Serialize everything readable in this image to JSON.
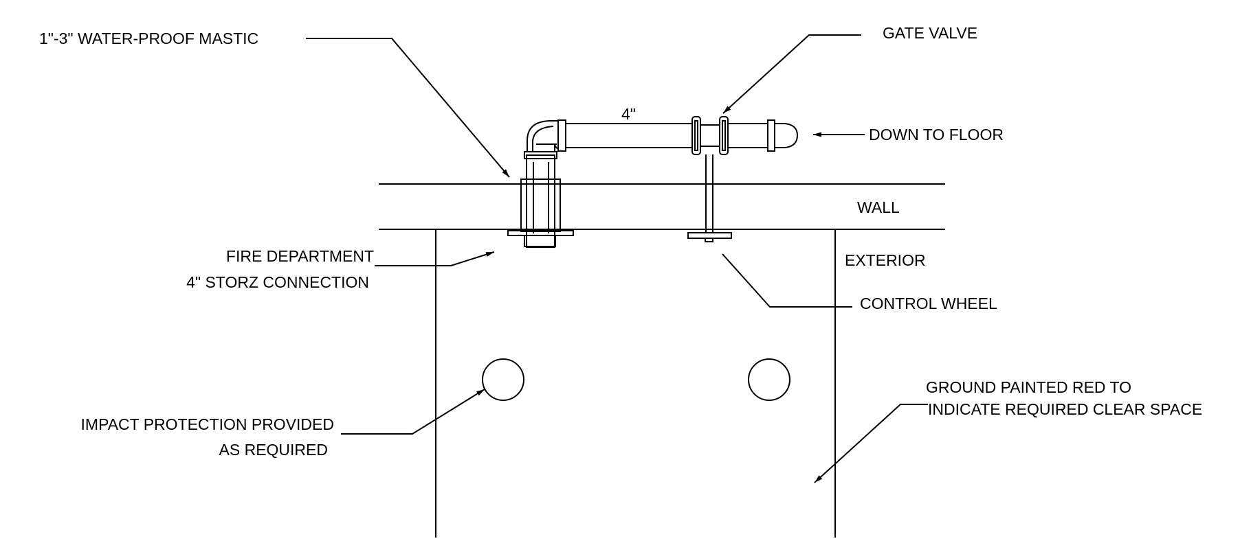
{
  "labels": {
    "mastic": "1\"-3\" WATER-PROOF MASTIC",
    "gate_valve": "GATE VALVE",
    "pipe_size": "4\"",
    "down_to_floor": "DOWN TO FLOOR",
    "wall": "WALL",
    "fire_dept_line1": "FIRE DEPARTMENT",
    "fire_dept_line2": "4\" STORZ CONNECTION",
    "exterior": "EXTERIOR",
    "control_wheel": "CONTROL WHEEL",
    "impact_line1": "IMPACT PROTECTION PROVIDED",
    "impact_line2": "AS REQUIRED",
    "ground_line1": "GROUND PAINTED RED TO",
    "ground_line2": "INDICATE REQUIRED CLEAR SPACE"
  },
  "colors": {
    "line": "#000000",
    "background": "#ffffff"
  }
}
